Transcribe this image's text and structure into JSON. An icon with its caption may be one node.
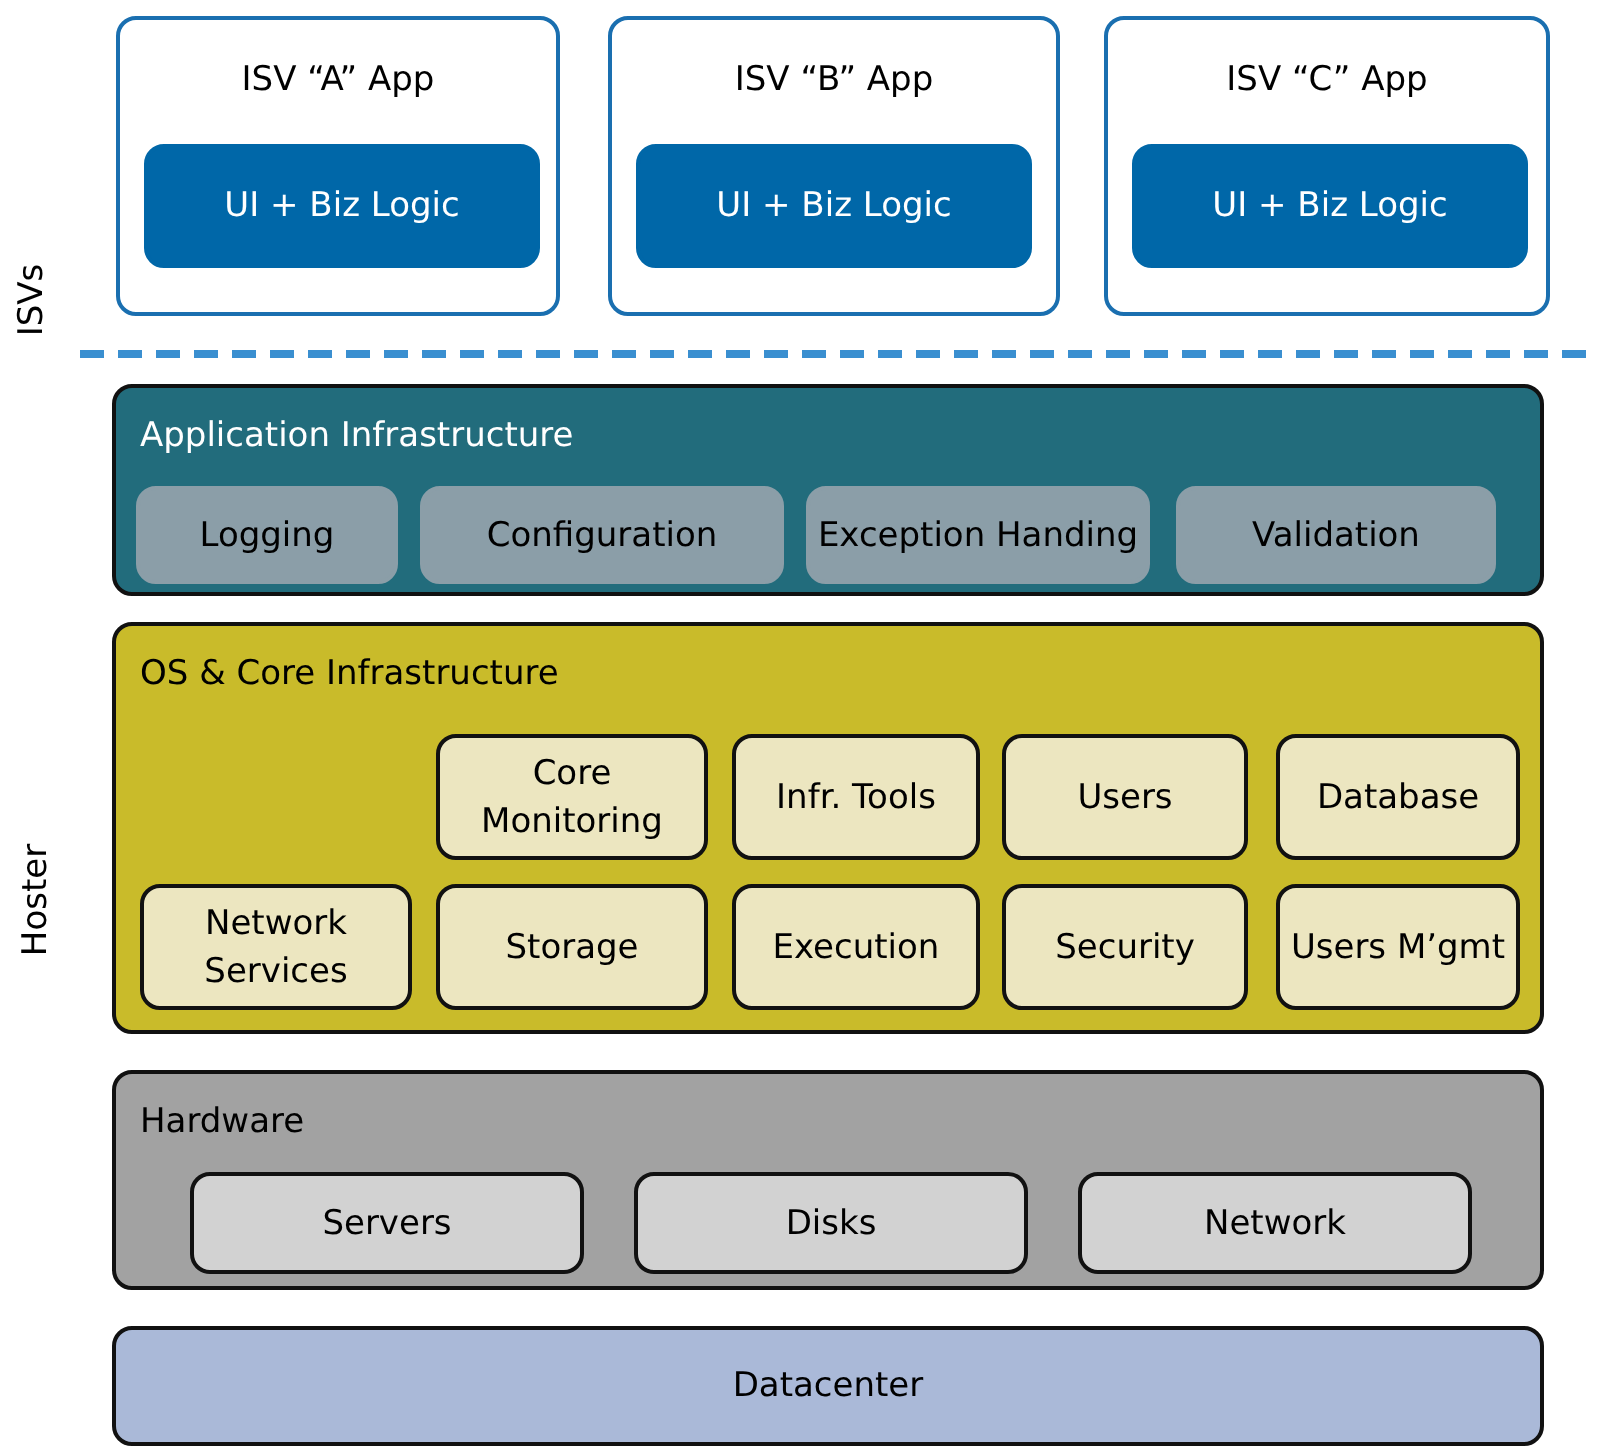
{
  "diagram": {
    "nodes": [
      {
        "text": [
          "ISV “A” App"
        ]
      },
      {
        "text": [
          "UI + Biz Logic"
        ],
        "in": 0
      },
      {
        "text": [
          "ISV “B” App"
        ]
      },
      {
        "text": [
          "UI + Biz Logic"
        ],
        "in": 2
      },
      {
        "text": [
          "ISV “C” App"
        ]
      },
      {
        "text": [
          "UI + Biz Logic"
        ],
        "in": 4
      },
      {
        "text": [
          "Application Infrastructure"
        ]
      },
      {
        "text": [
          "Logging"
        ],
        "in": 6
      },
      {
        "text": [
          "Configuration"
        ],
        "in": 6
      },
      {
        "text": [
          "Exception Handing"
        ],
        "in": 6
      },
      {
        "text": [
          "Validation"
        ],
        "in": 6
      },
      {
        "text": [
          "OS & Core Infrastructure"
        ]
      },
      {
        "text": [
          "Core Monitoring"
        ],
        "in": 11
      },
      {
        "text": [
          "Infr. Tools"
        ],
        "in": 11
      },
      {
        "text": [
          "Users"
        ],
        "in": 11
      },
      {
        "text": [
          "Database"
        ],
        "in": 11
      },
      {
        "text": [
          "Network Services"
        ],
        "in": 11
      },
      {
        "text": [
          "Storage"
        ],
        "in": 11
      },
      {
        "text": [
          "Execution"
        ],
        "in": 11
      },
      {
        "text": [
          "Security"
        ],
        "in": 11
      },
      {
        "text": [
          "Users M’gmt"
        ],
        "in": 11
      },
      {
        "text": [
          "Hardware"
        ]
      },
      {
        "text": [
          "Servers"
        ],
        "in": 21
      },
      {
        "text": [
          "Disks"
        ],
        "in": 21
      },
      {
        "text": [
          "Network"
        ],
        "in": 21
      },
      {
        "text": [
          "Datacenter"
        ]
      }
    ],
    "edges": [],
    "labels": [
      "ISVs",
      "Hoster"
    ]
  }
}
